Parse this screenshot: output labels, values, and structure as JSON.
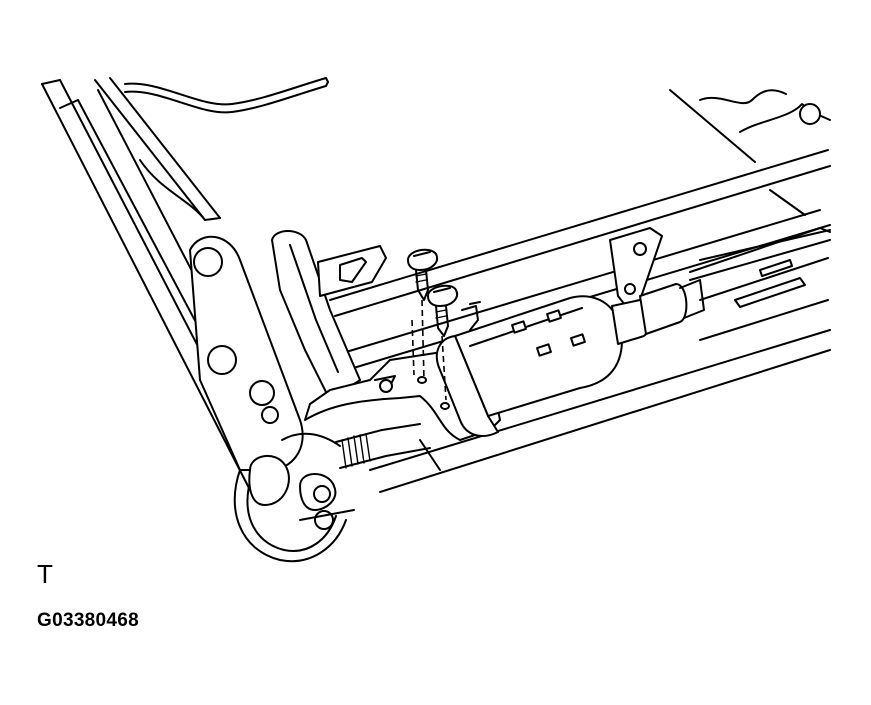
{
  "figure": {
    "view_marker": "T",
    "code": "G03380468"
  },
  "parts": {
    "screw_count": 2,
    "component": "motor-actuator",
    "assembly": "seat-frame"
  }
}
